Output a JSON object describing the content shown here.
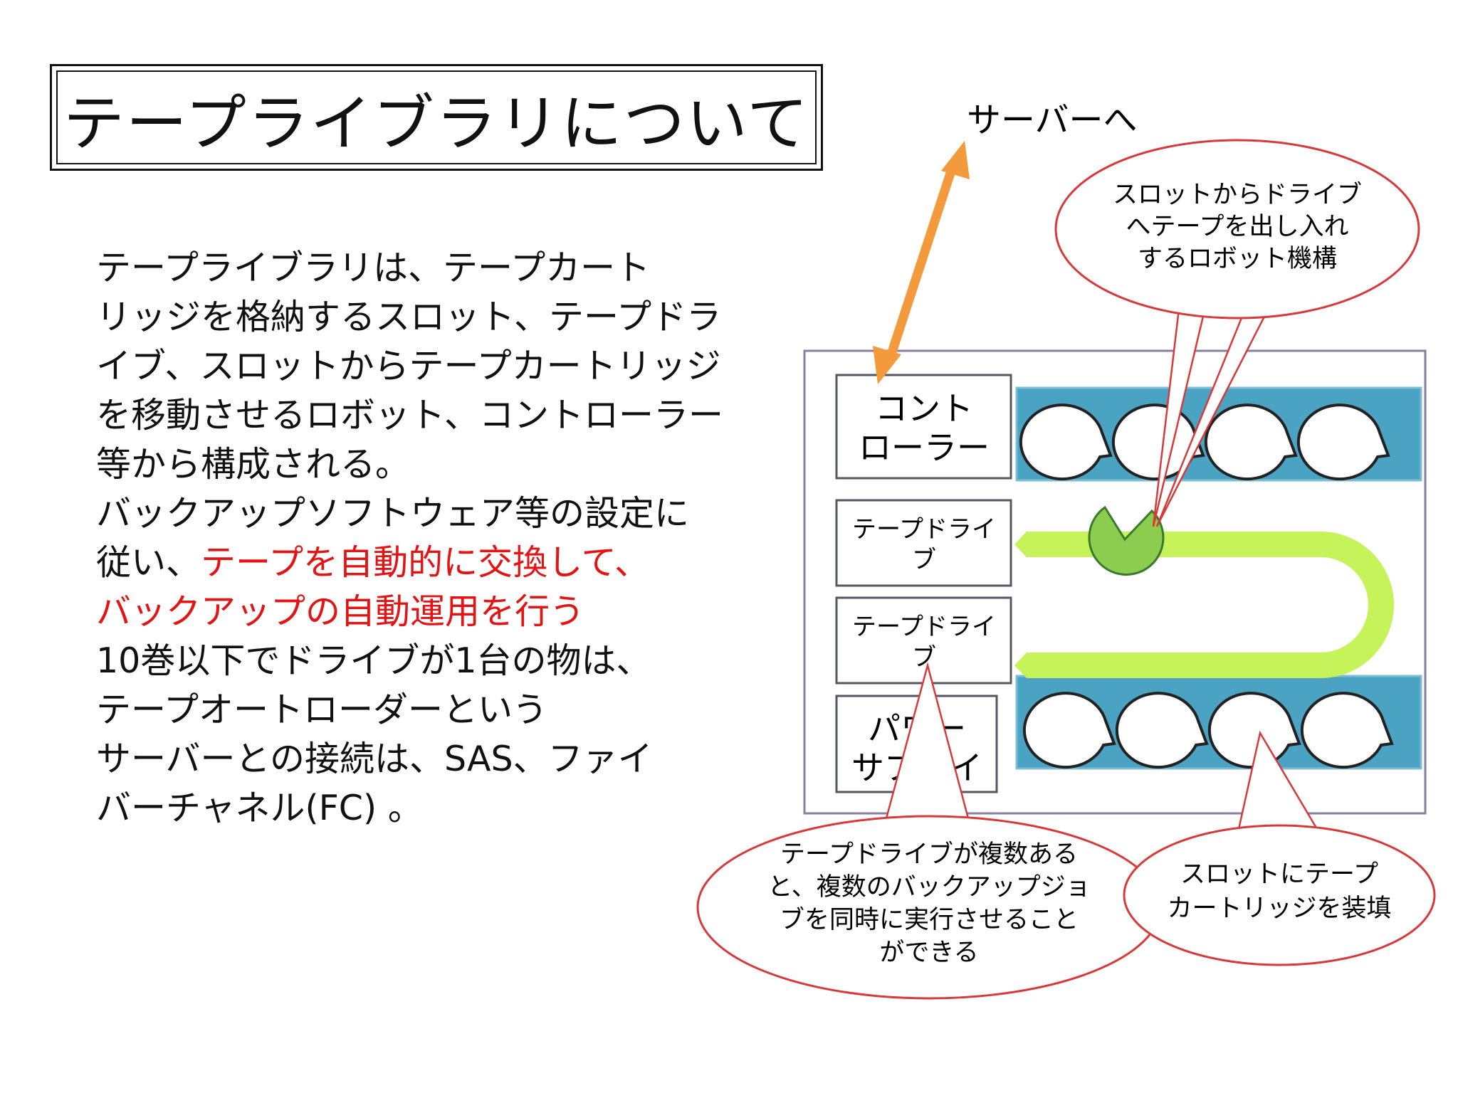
{
  "title": "テープライブラリについて",
  "body_lines": [
    [
      {
        "text": "テープライブラリは、テープカート",
        "highlight": false
      }
    ],
    [
      {
        "text": "リッジを格納するスロット、テープドラ",
        "highlight": false
      }
    ],
    [
      {
        "text": "イブ、スロットからテープカートリッジ",
        "highlight": false
      }
    ],
    [
      {
        "text": "を移動させるロボット、コントローラー",
        "highlight": false
      }
    ],
    [
      {
        "text": "等から構成される。",
        "highlight": false
      }
    ],
    [
      {
        "text": "バックアップソフトウェア等の設定に",
        "highlight": false
      }
    ],
    [
      {
        "text": "従い、",
        "highlight": false
      },
      {
        "text": "テープを自動的に交換して、",
        "highlight": true
      }
    ],
    [
      {
        "text": "バックアップの自動運用を行う",
        "highlight": true
      }
    ],
    [
      {
        "text": "10巻以下でドライブが1台の物は、",
        "highlight": false
      }
    ],
    [
      {
        "text": "テープオートローダーという",
        "highlight": false
      }
    ],
    [
      {
        "text": "サーバーとの接続は、SAS、ファイ",
        "highlight": false
      }
    ],
    [
      {
        "text": "バーチャネル(FC) 。",
        "highlight": false
      }
    ]
  ],
  "diagram": {
    "server_label": "サーバーへ",
    "controller_lines": [
      "コント",
      "ローラー"
    ],
    "drive1_lines": [
      "テープドライ",
      "ブ"
    ],
    "drive2_lines": [
      "テープドライ",
      "ブ"
    ],
    "power_lines": [
      "パワー",
      "サプライ"
    ],
    "callout_robot_lines": [
      "スロットからドライブ",
      "へテープを出し入れ",
      "するロボット機構"
    ],
    "callout_drives_lines": [
      "テープドライブが複数ある",
      "と、複数のバックアップジョ",
      "ブを同時に実行させること",
      "ができる"
    ],
    "callout_slots_lines": [
      "スロットにテープ",
      "カートリッジを装填"
    ]
  },
  "colors": {
    "text": "#111111",
    "highlight": "#e41414",
    "slot_bar": "#4aa3c3",
    "track": "#c6f35a",
    "robot": "#8ccd4f",
    "arrow": "#f39a3c",
    "callout_border": "#d63a3a",
    "box_border": "#555566"
  }
}
